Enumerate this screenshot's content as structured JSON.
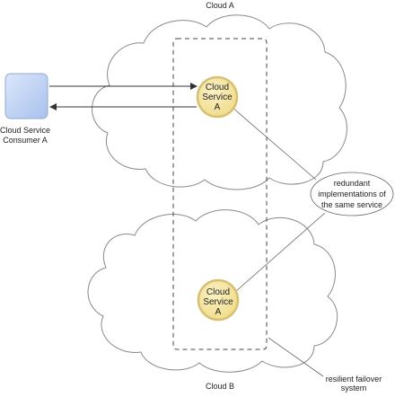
{
  "clouds": {
    "top": {
      "label": "Cloud A"
    },
    "bottom": {
      "label": "Cloud B"
    }
  },
  "consumer": {
    "label_line1": "Cloud Service",
    "label_line2": "Consumer A"
  },
  "services": {
    "top": {
      "line1": "Cloud",
      "line2": "Service",
      "line3": "A"
    },
    "bottom": {
      "line1": "Cloud",
      "line2": "Service",
      "line3": "A"
    }
  },
  "callouts": {
    "redundant": {
      "line1": "redundant",
      "line2": "implementations of",
      "line3": "the same service"
    },
    "failover": {
      "line1": "resilient failover",
      "line2": "system"
    }
  },
  "colors": {
    "cloud_stroke": "#8a8a8a",
    "service_fill": "#f3e29a",
    "service_stroke": "#d8c070",
    "consumer_fill": "#b7cdf2",
    "line": "#333333"
  }
}
